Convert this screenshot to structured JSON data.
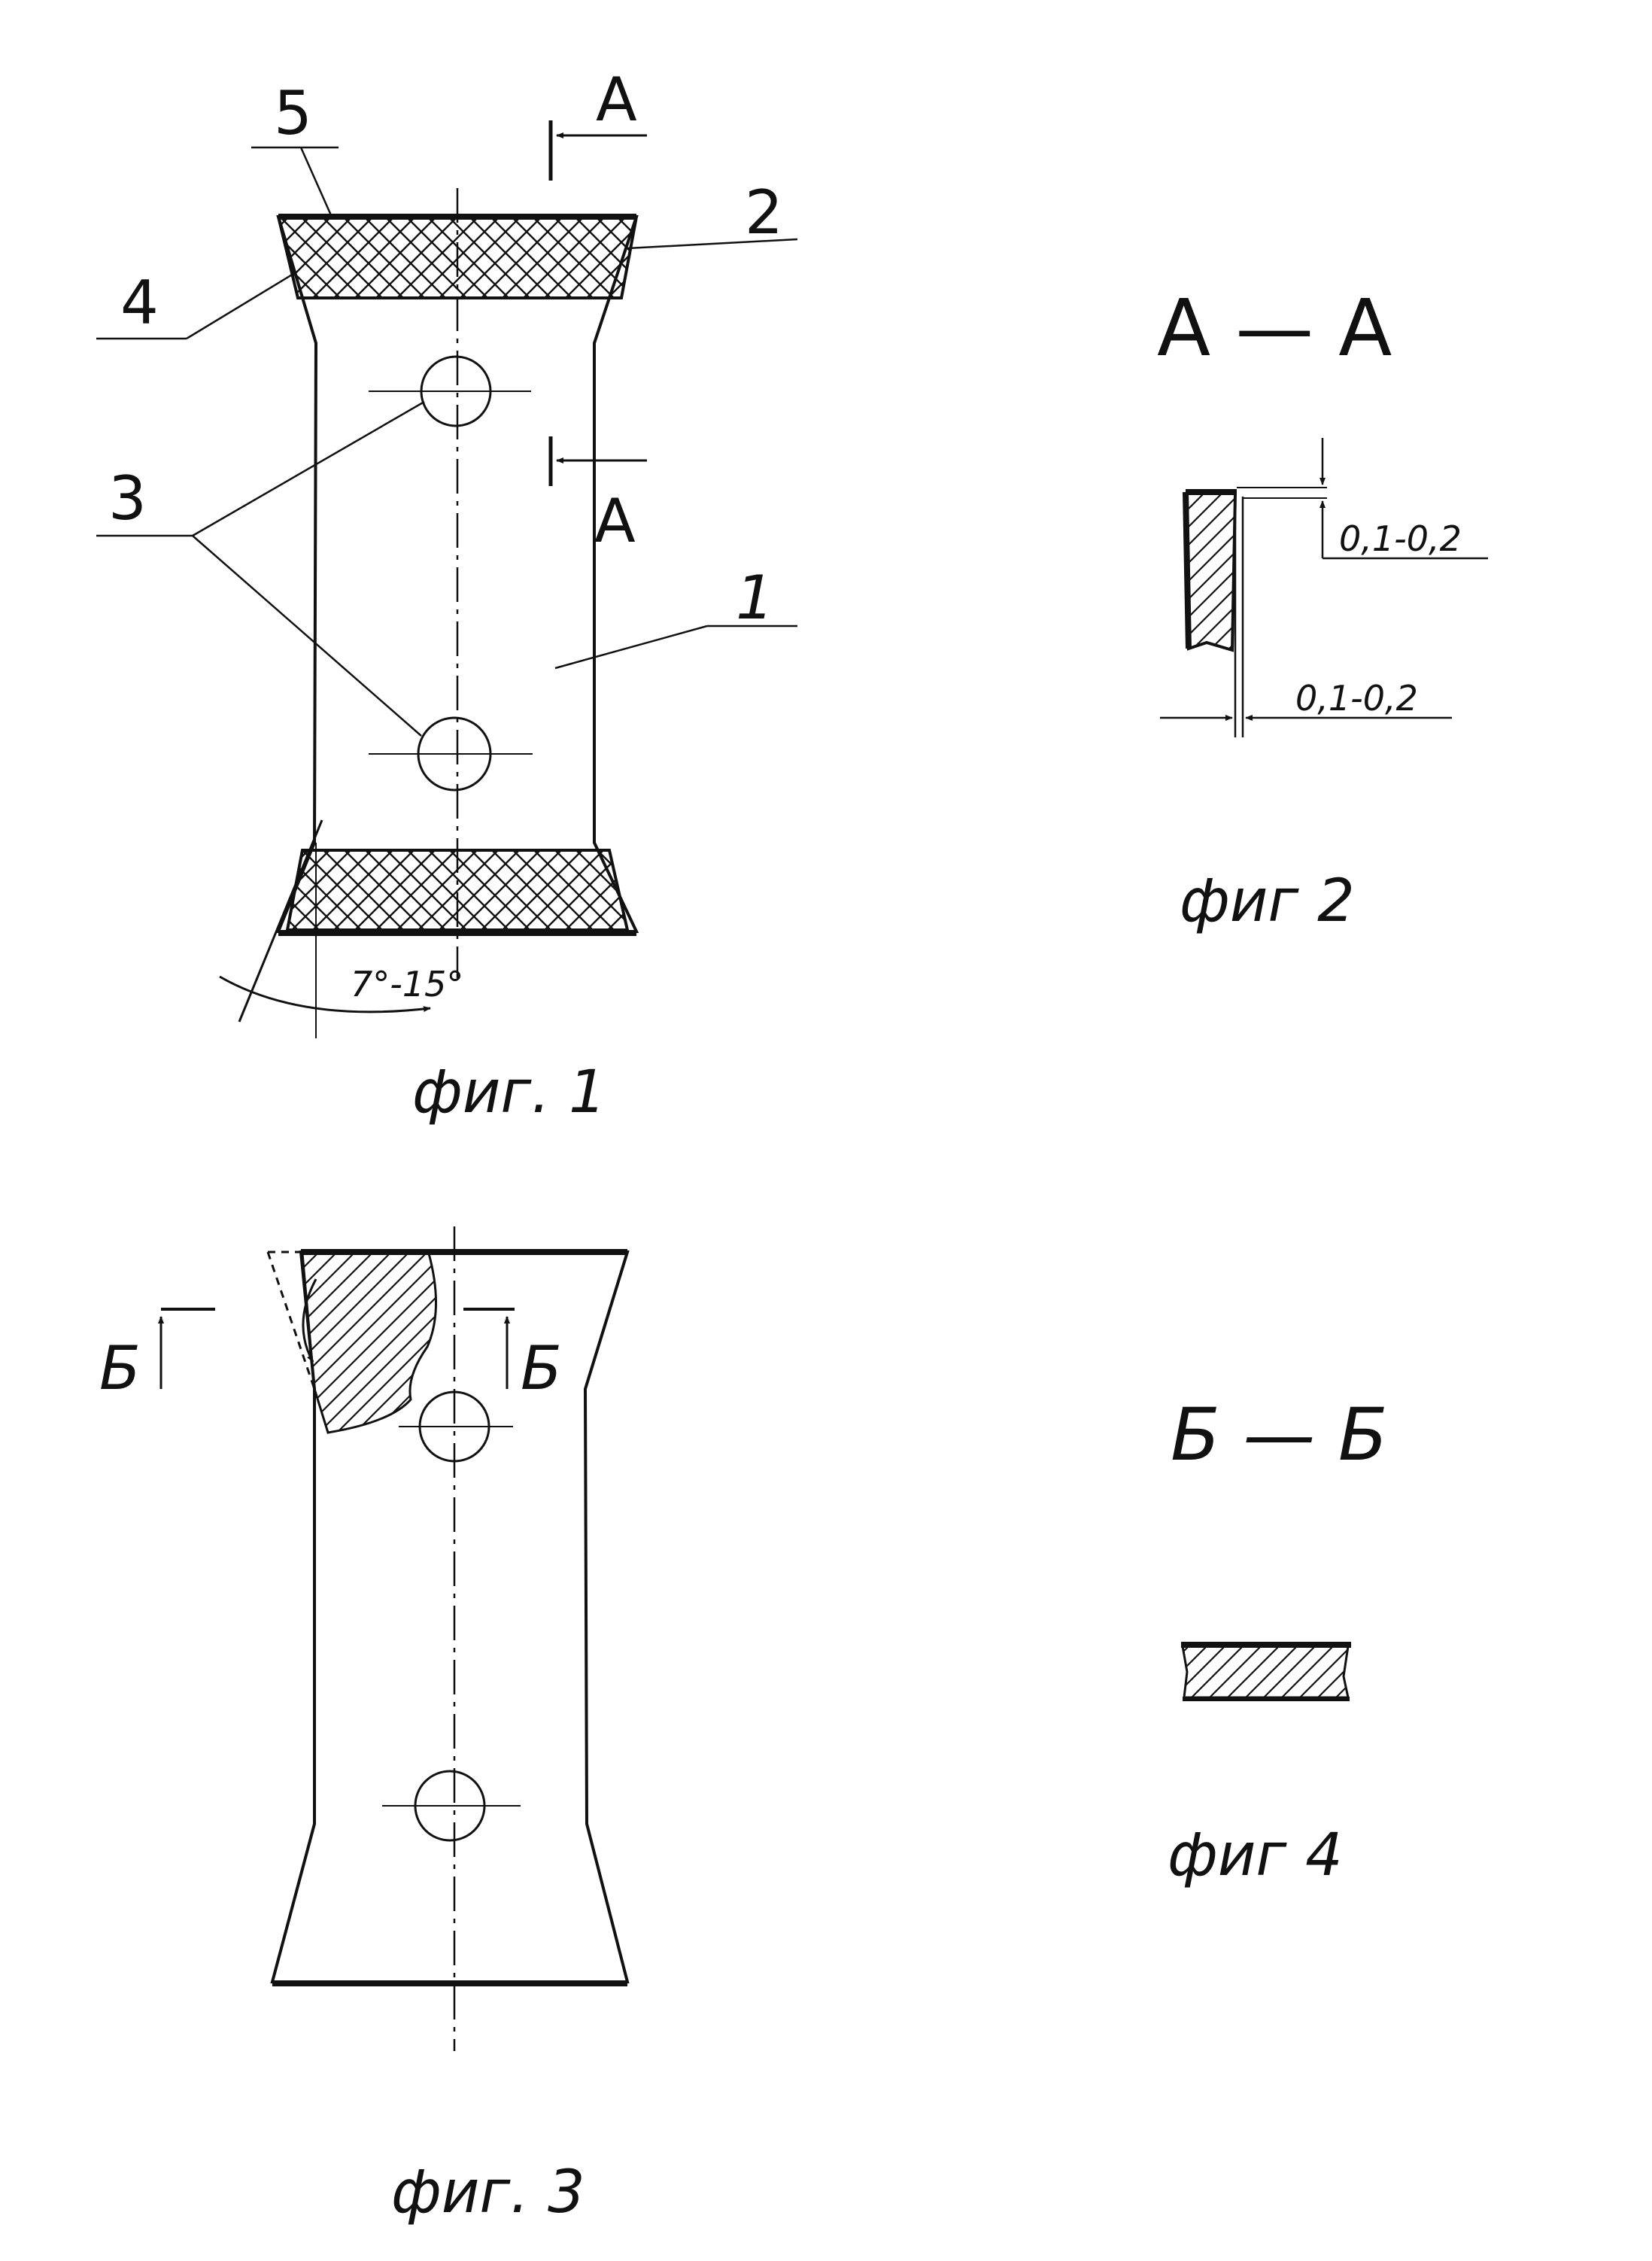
{
  "figure1": {
    "part_labels": {
      "p1": "1",
      "p2": "2",
      "p3": "3",
      "p4": "4",
      "p5": "5"
    },
    "section_marks": {
      "top": "А",
      "bottom": "А"
    },
    "angle": "7°-15°",
    "caption": "фиг. 1"
  },
  "figure2": {
    "section_title": "А — А",
    "dim_top": "0,1-0,2",
    "dim_bottom": "0,1-0,2",
    "caption": "фиг 2"
  },
  "figure3": {
    "section_marks": {
      "left": "Б",
      "right": "Б"
    },
    "caption": "фиг. 3"
  },
  "figure4": {
    "section_title": "Б — Б",
    "caption": "фиг 4"
  },
  "colors": {
    "ink": "#111111",
    "paper": "#ffffff"
  }
}
